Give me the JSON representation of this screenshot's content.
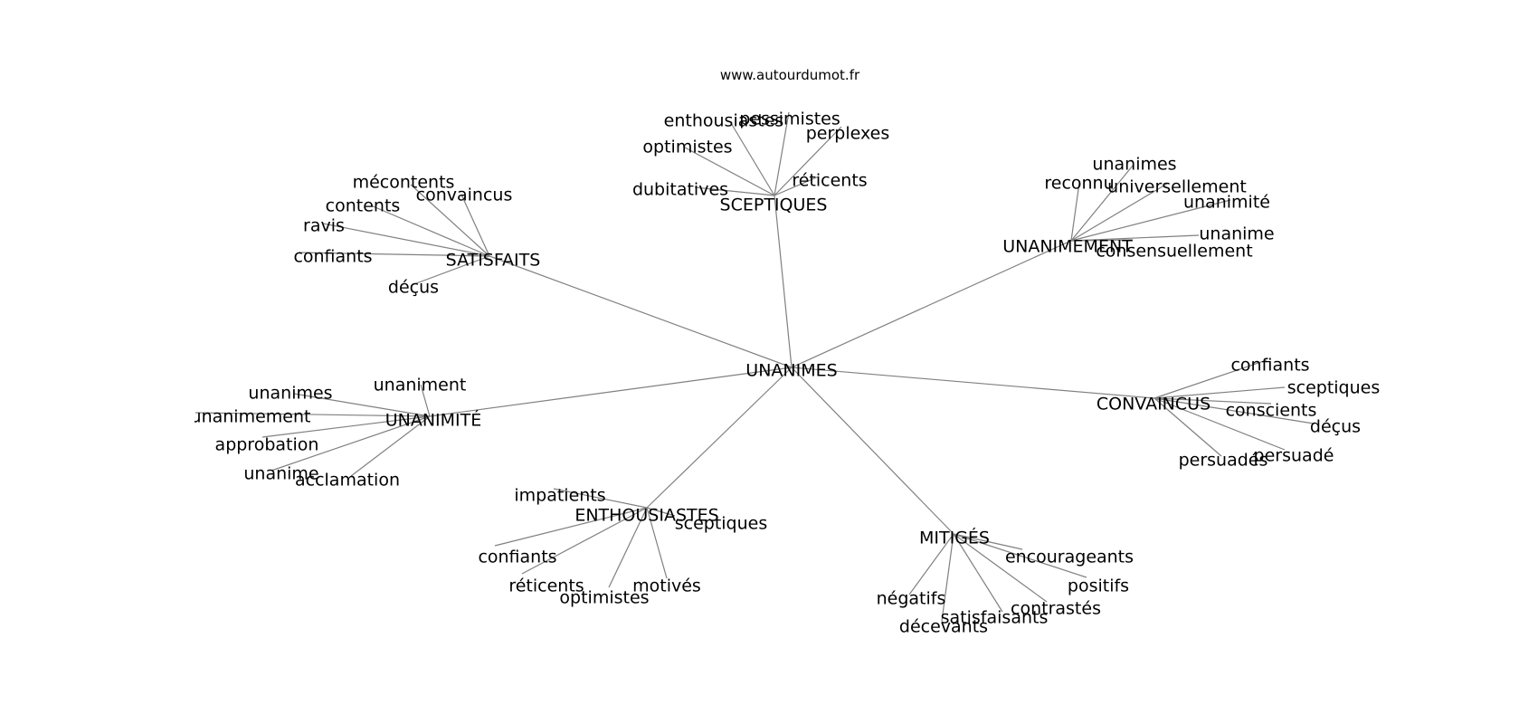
{
  "source": "www.autourdumot.fr",
  "center": "UNANIMES",
  "colors": {
    "edge": "#808080",
    "text": "#000000",
    "background": "#ffffff"
  },
  "hubs": [
    {
      "label": "SCEPTIQUES",
      "leaves": [
        "enthousiastes",
        "pessimistes",
        "perplexes",
        "optimistes",
        "réticents",
        "dubitatives"
      ]
    },
    {
      "label": "SATISFAITS",
      "leaves": [
        "mécontents",
        "convaincus",
        "contents",
        "ravis",
        "confiants",
        "déçus"
      ]
    },
    {
      "label": "UNANIMEMENT",
      "leaves": [
        "unanimes",
        "reconnu",
        "universellement",
        "unanimité",
        "unanime",
        "consensuellement"
      ]
    },
    {
      "label": "CONVAINCUS",
      "leaves": [
        "confiants",
        "sceptiques",
        "conscients",
        "déçus",
        "persuadé",
        "persuadés"
      ]
    },
    {
      "label": "UNANIMITÉ",
      "leaves": [
        "unaniment",
        "unanimes",
        "unanimement",
        "approbation",
        "unanime",
        "acclamation"
      ]
    },
    {
      "label": "ENTHOUSIASTES",
      "leaves": [
        "impatients",
        "sceptiques",
        "confiants",
        "réticents",
        "optimistes",
        "motivés"
      ]
    },
    {
      "label": "MITIGÉS",
      "leaves": [
        "encourageants",
        "positifs",
        "contrastés",
        "satisfaisants",
        "décevants",
        "négatifs"
      ]
    }
  ]
}
